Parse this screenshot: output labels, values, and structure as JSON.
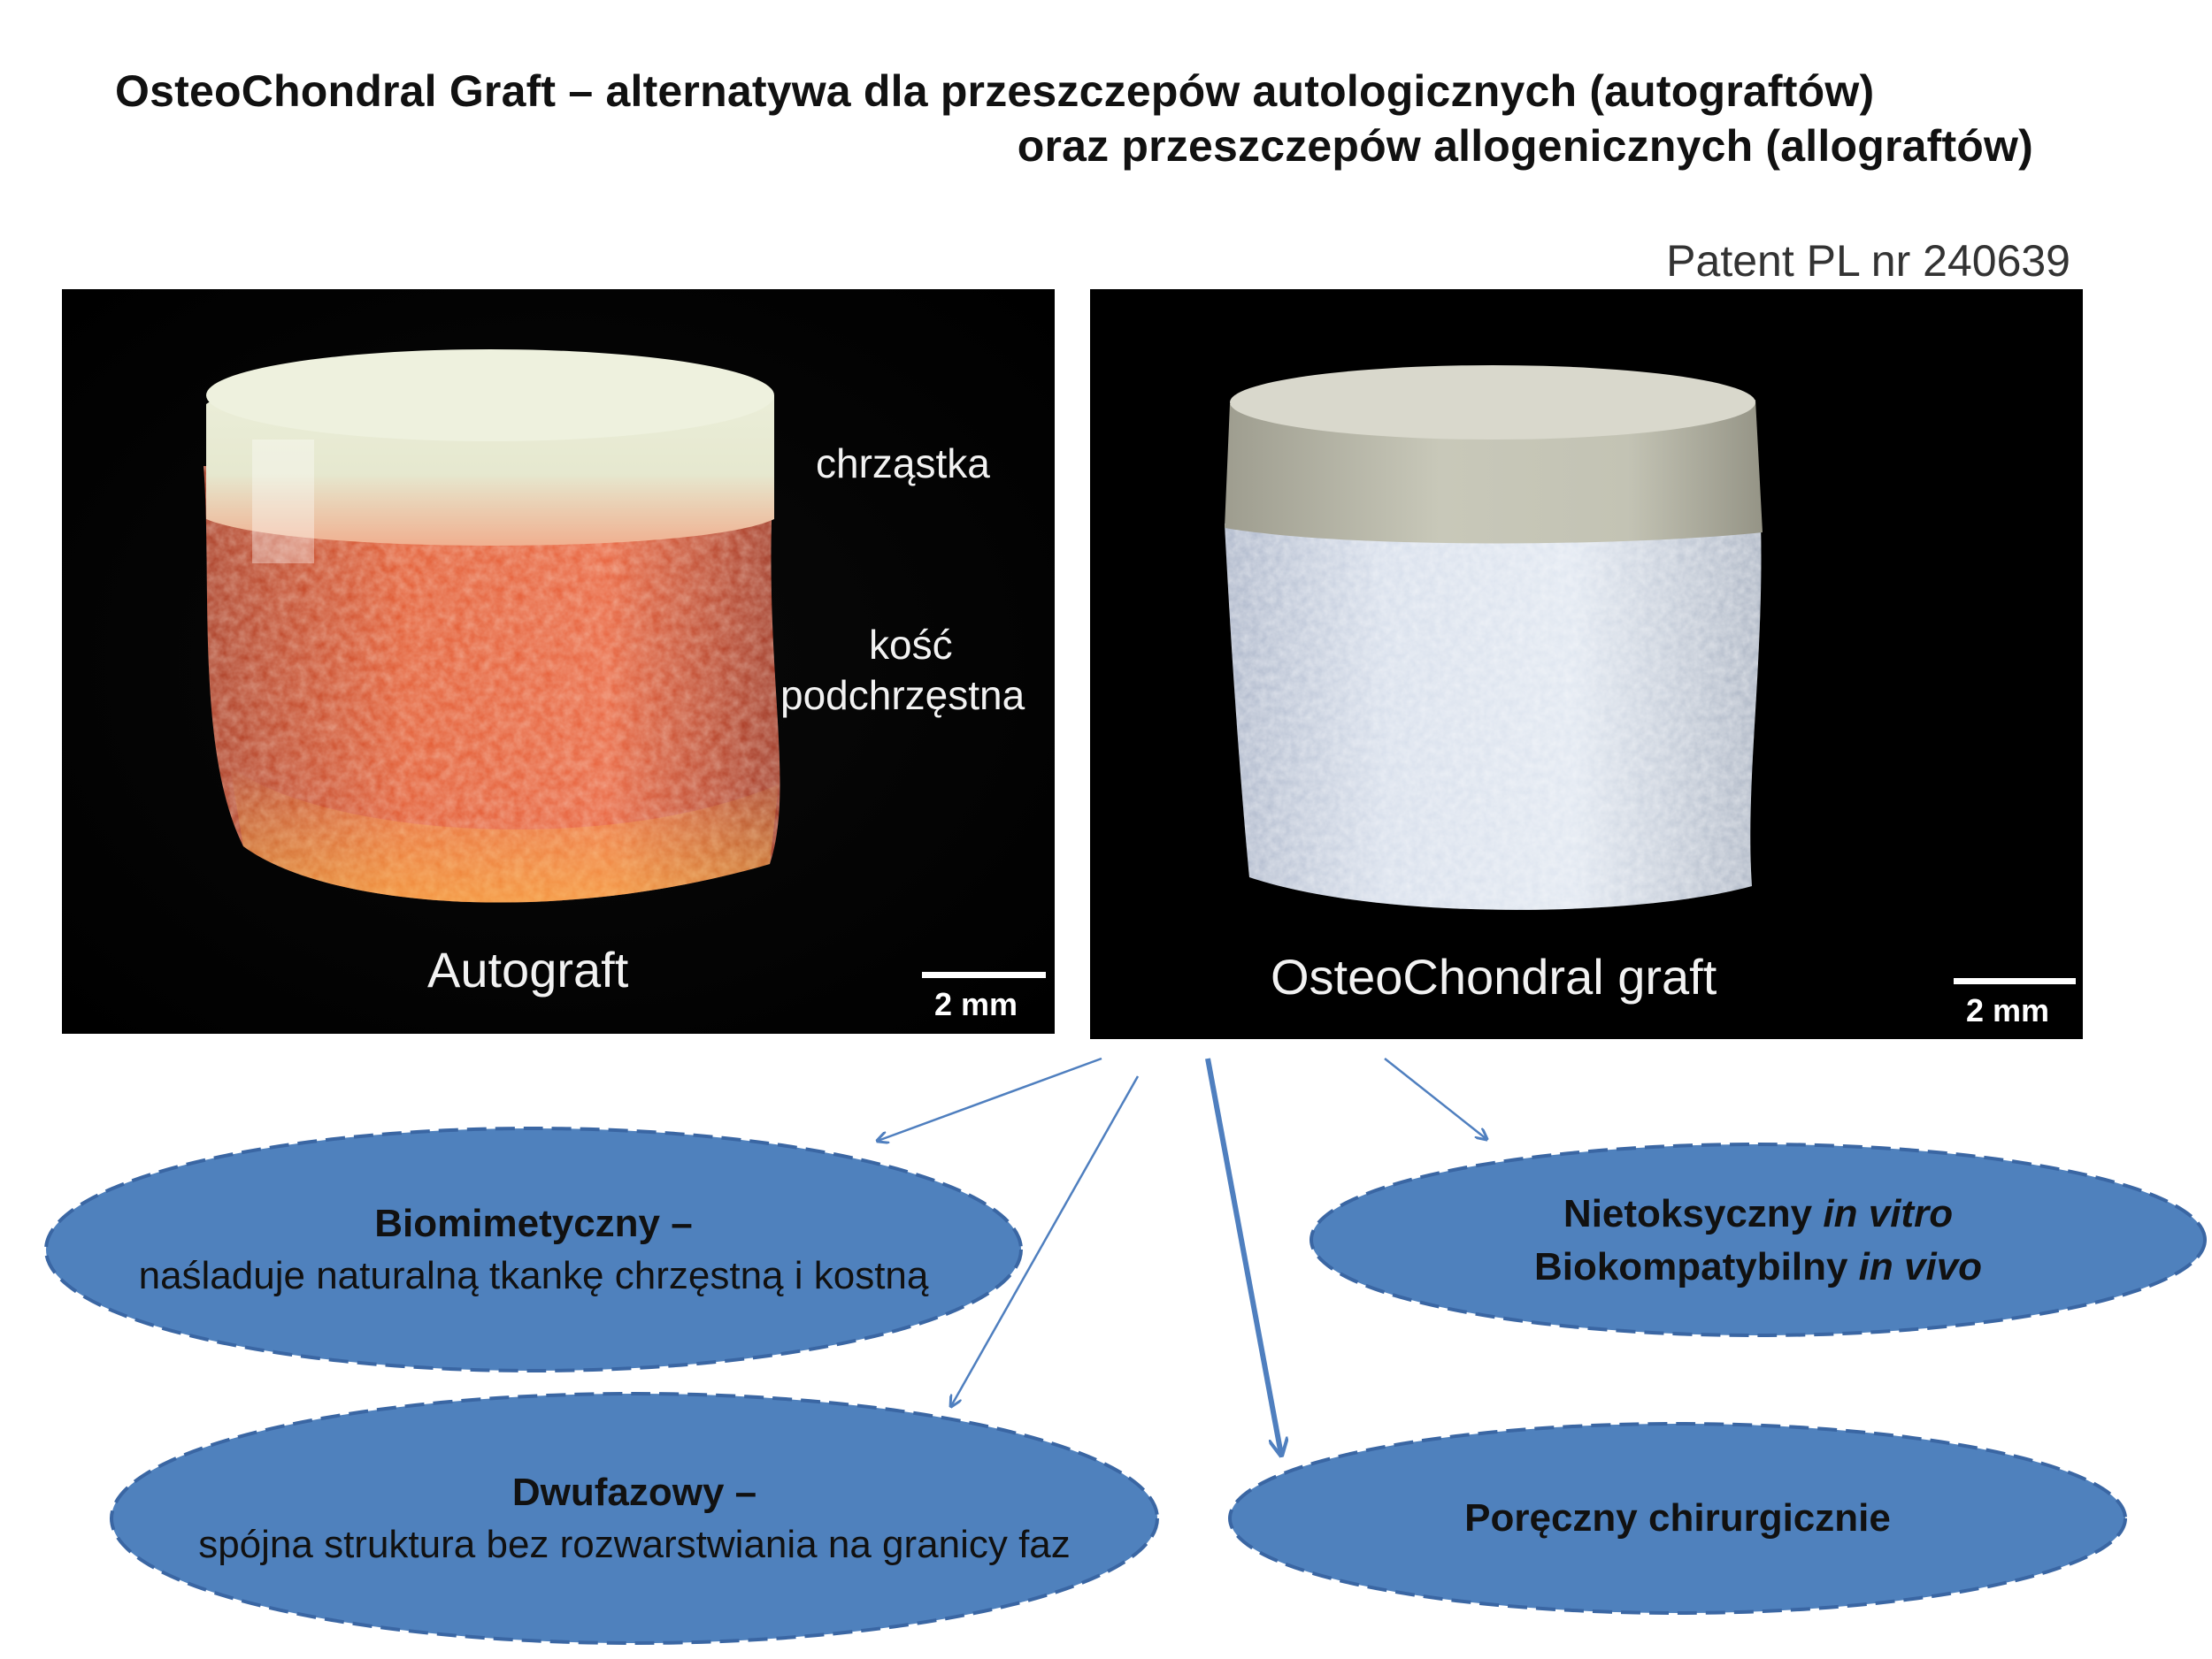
{
  "title": {
    "line1": "OsteoChondral Graft – alternatywa dla przeszczepów autologicznych (autograftów)",
    "line2": "oraz przeszczepów allogenicznych (allograftów)"
  },
  "patent": "Patent PL nr 240639",
  "left_photo": {
    "label_cartilage": "chrząstka",
    "label_bone_1": "kość",
    "label_bone_2": "podchrzęstna",
    "caption": "Autograft",
    "scale": "2 mm"
  },
  "right_photo": {
    "caption": "OsteoChondral graft",
    "scale": "2 mm"
  },
  "features": {
    "biomimetic": {
      "title": "Biomimetyczny –",
      "subtitle": "naśladuje naturalną tkankę chrzęstną i kostną"
    },
    "biphasic": {
      "title": "Dwufazowy –",
      "subtitle": "spójna struktura bez rozwarstwiania na granicy faz"
    },
    "nontoxic": {
      "line1_text": "Nietoksyczny",
      "line1_italic": "in vitro",
      "line2_text": "Biokompatybilny",
      "line2_italic": "in vivo"
    },
    "handy": {
      "title": "Poręczny chirurgicznie"
    }
  },
  "colors": {
    "ellipse_fill": "#4f81bd",
    "ellipse_stroke": "#3a66a3",
    "arrow": "#4f7fbf"
  }
}
